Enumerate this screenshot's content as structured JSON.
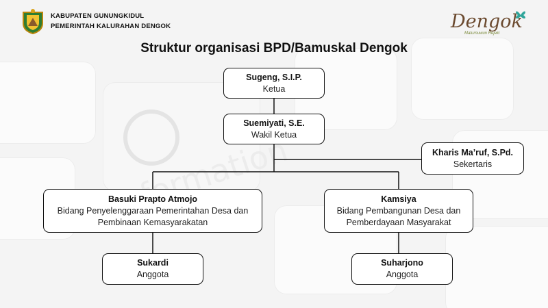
{
  "header": {
    "line1": "KABUPATEN GUNUNGKIDUL",
    "line2": "PEMERINTAH KALURAHAN DENGOK"
  },
  "logo": {
    "word": "Dengok",
    "tagline": "Maturnuwun Rejeki"
  },
  "title": "Struktur organisasi BPD/Bamuskal Dengok",
  "background_text": "formation",
  "colors": {
    "box_border": "#111111",
    "line": "#111111",
    "logo_brown": "#6b4a2f",
    "logo_green": "#2fa59a"
  },
  "nodes": {
    "ketua": {
      "name": "Sugeng, S.I.P.",
      "role": "Ketua"
    },
    "wakil": {
      "name": "Suemiyati, S.E.",
      "role": "Wakil Ketua"
    },
    "sekretaris": {
      "name": "Kharis Ma’ruf, S.Pd.",
      "role": "Sekertaris"
    },
    "bidang1": {
      "name": "Basuki Prapto Atmojo",
      "role": "Bidang Penyelenggaraan Pemerintahan Desa dan\nPembinaan Kemasyarakatan"
    },
    "bidang2": {
      "name": "Kamsiya",
      "role": "Bidang Pembangunan Desa dan\nPemberdayaan Masyarakat"
    },
    "anggota1": {
      "name": "Sukardi",
      "role": "Anggota"
    },
    "anggota2": {
      "name": "Suharjono",
      "role": "Anggota"
    }
  }
}
